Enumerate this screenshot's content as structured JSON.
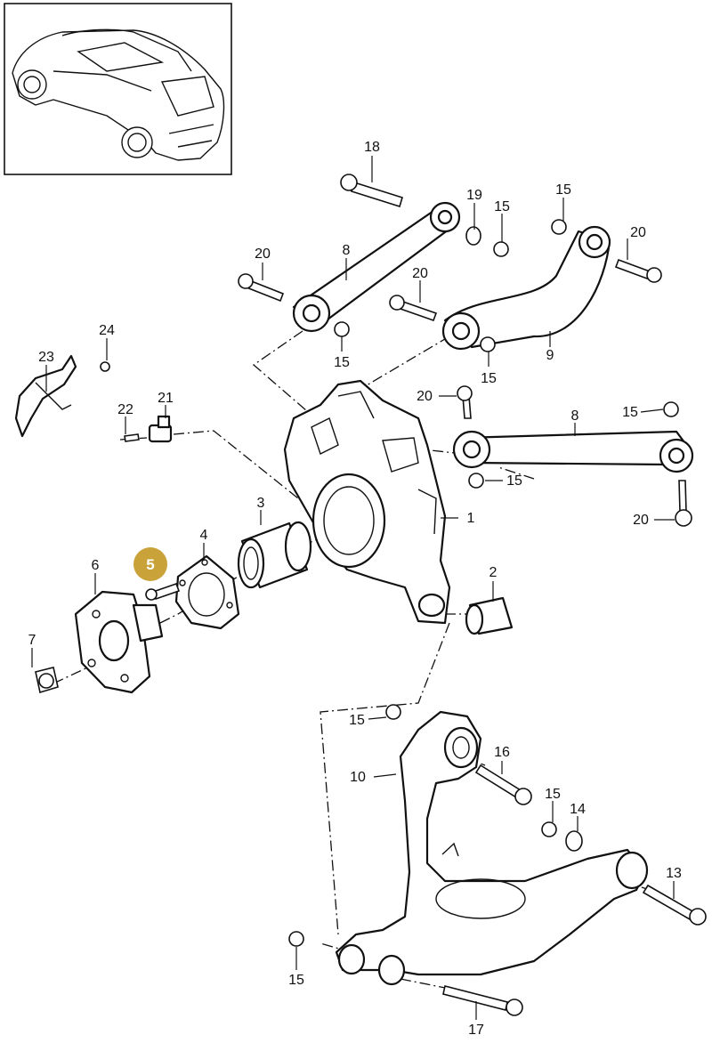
{
  "diagram": {
    "highlight": {
      "number": "5",
      "color": "#c9a33a"
    },
    "labels": {
      "l1": "1",
      "l2": "2",
      "l3": "3",
      "l4": "4",
      "l6": "6",
      "l7": "7",
      "l8a": "8",
      "l8b": "8",
      "l9": "9",
      "l10": "10",
      "l13": "13",
      "l14": "14",
      "l15a": "15",
      "l15b": "15",
      "l15c": "15",
      "l15d": "15",
      "l15e": "15",
      "l15f": "15",
      "l15g": "15",
      "l15h": "15",
      "l15i": "15",
      "l16": "16",
      "l17": "17",
      "l18": "18",
      "l19": "19",
      "l20a": "20",
      "l20b": "20",
      "l20c": "20",
      "l20d": "20",
      "l20e": "20",
      "l21": "21",
      "l22": "22",
      "l23": "23",
      "l24": "24"
    },
    "colors": {
      "line": "#111111",
      "background": "#ffffff"
    }
  }
}
